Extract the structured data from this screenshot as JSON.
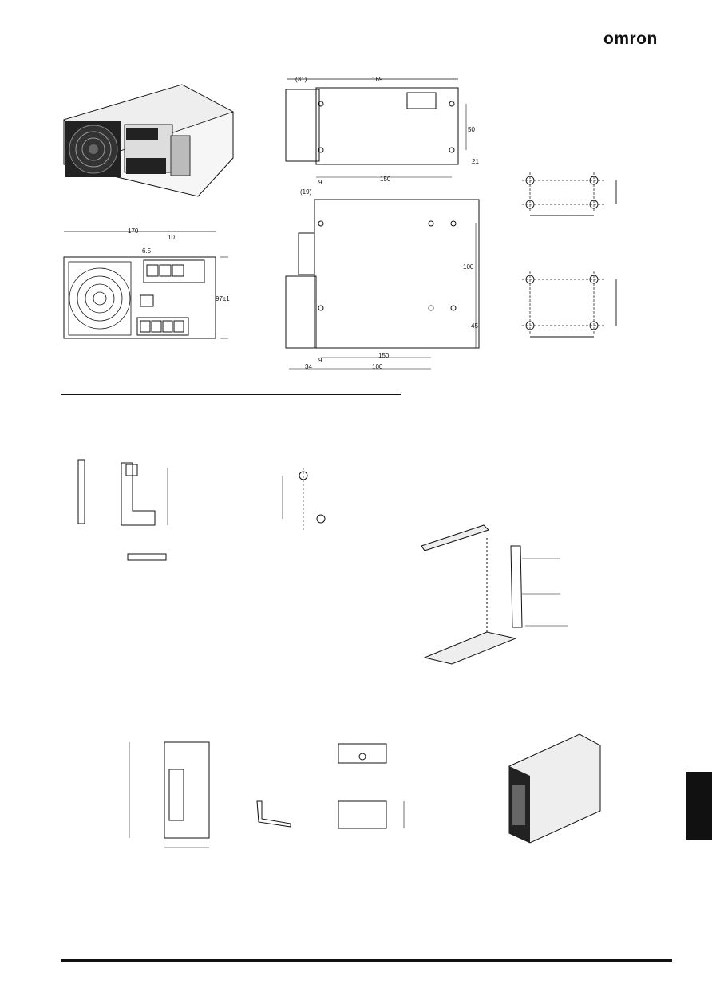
{
  "header": {
    "brand": "omron"
  },
  "figures": {
    "rear_view": {
      "width_dim": "170",
      "left_dim": "6.5",
      "top_dim": "10",
      "height_dim": "97±1"
    },
    "top_view": {
      "left_dim": "(31)",
      "width_dim": "169",
      "right_dim": "50",
      "small_dim": "21",
      "bottom_dim": "150",
      "corner_dim": "9"
    },
    "side_view": {
      "top_dim": "(19)",
      "height_dim": "100",
      "sub_dim": "45",
      "bottom_dim1": "150",
      "bottom_dim2": "100",
      "left_dim1": "9",
      "left_dim2": "34"
    }
  },
  "side_tab": {
    "color": "#111111"
  }
}
